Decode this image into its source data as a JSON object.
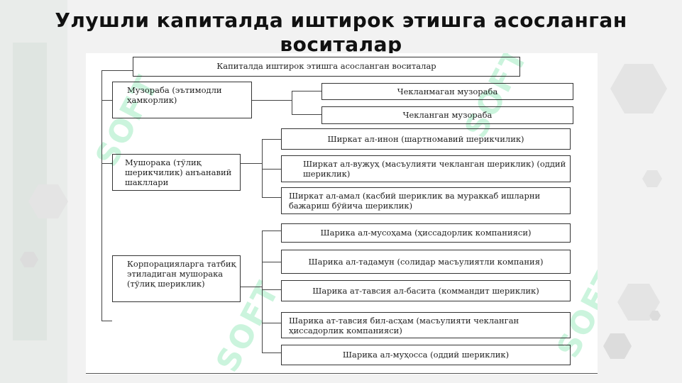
{
  "title": "Улушли капиталда иштирок этишга асосланган воситалар",
  "diagram": {
    "root": "Капиталда иштирок этишга асосланган воситалар",
    "groups": [
      {
        "label": "Музораба (эътимодли ҳамкорлик)",
        "items": [
          "Чекланмаган музораба",
          "Чекланган музораба"
        ]
      },
      {
        "label": "Мушорака (тўлиқ шерикчилик) анъанавий шакллари",
        "items": [
          "Ширкат ал-инон (шартномавий шерикчилик)",
          "Ширкат ал-вужуҳ (масъулияти чекланган шериклик) (оддий шериклик)",
          "Ширкат ал-амал (касбий шериклик ва мураккаб ишларни бажариш бўйича шериклик)"
        ]
      },
      {
        "label": "Корпорацияларга татбиқ этиладиган мушорака (тўлиқ шериклик)",
        "items": [
          "Шарика ал-мусоҳама (ҳиссадорлик компанияси)",
          "Шарика ал-тадамун (солидар масъулиятли компания)",
          "Шарика ат-тавсия ал-басита (коммандит шериклик)",
          "Шарика ат-тавсия бил-асҳам (масъулияти чекланган ҳиссадорлик компанияси)",
          "Шарика ал-муҳосса (оддий шериклик)"
        ]
      }
    ]
  },
  "watermark": "SOFT",
  "colors": {
    "background": "#f2f2f2",
    "panel": "#ffffff",
    "line": "#333333",
    "watermark": "#a5debe"
  }
}
